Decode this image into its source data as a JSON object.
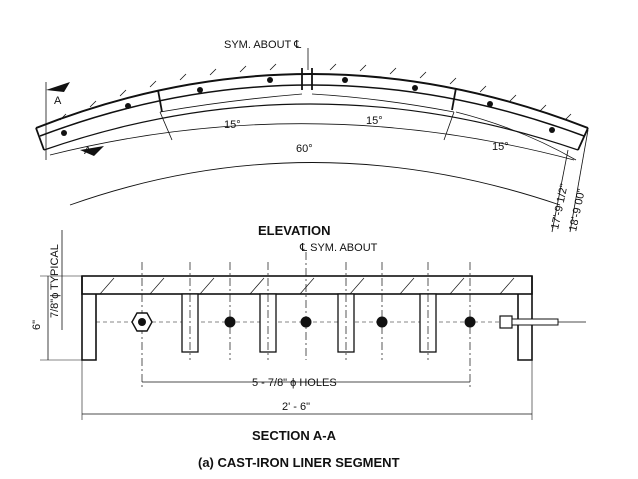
{
  "elevation": {
    "sym_about": "SYM. ABOUT ℄",
    "section_mark": "A",
    "angle_15_left": "15°",
    "angle_15_mid": "15°",
    "angle_15_right": "15°",
    "angle_60": "60°",
    "radius_inner": "17'-9 1/2\"",
    "radius_outer": "18'-9 00\"",
    "title": "ELEVATION"
  },
  "section": {
    "sym_about": "℄ SYM. ABOUT",
    "typical": "TYPICAL",
    "hole_dim": "7/8\"ϕ",
    "height_dim": "6\"",
    "holes_label": "5 - 7/8\" ϕ HOLES",
    "length_dim": "2' - 6\"",
    "title": "SECTION A-A"
  },
  "caption": "(a) CAST-IRON LINER SEGMENT"
}
